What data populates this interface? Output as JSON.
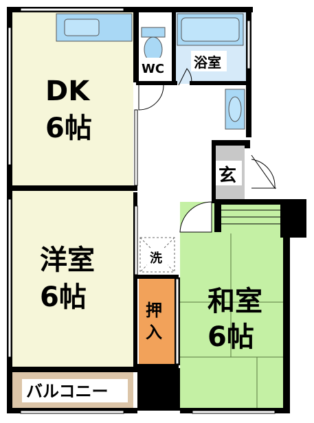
{
  "rooms": {
    "dk": {
      "name": "DK",
      "size": "6帖"
    },
    "western": {
      "name": "洋室",
      "size": "6帖"
    },
    "japanese": {
      "name": "和室",
      "size": "6帖"
    },
    "wc": {
      "name": "WC"
    },
    "bath": {
      "name": "浴室"
    },
    "entrance": {
      "name": "玄"
    },
    "washer": {
      "name": "洗"
    },
    "closet": {
      "line1": "押",
      "line2": "入"
    },
    "balcony": {
      "name": "バルコニー"
    }
  },
  "colors": {
    "dk_floor": "#f6f6d9",
    "western_floor": "#f6f6d9",
    "japanese_floor": "#c4f0a4",
    "closet_floor": "#f2a25a",
    "balcony_floor": "#dcc5a8",
    "bath_floor": "#d6eaf9",
    "fixture": "#a9d8f5",
    "entrance_floor": "#c8c8c8",
    "wall": "#000000"
  }
}
